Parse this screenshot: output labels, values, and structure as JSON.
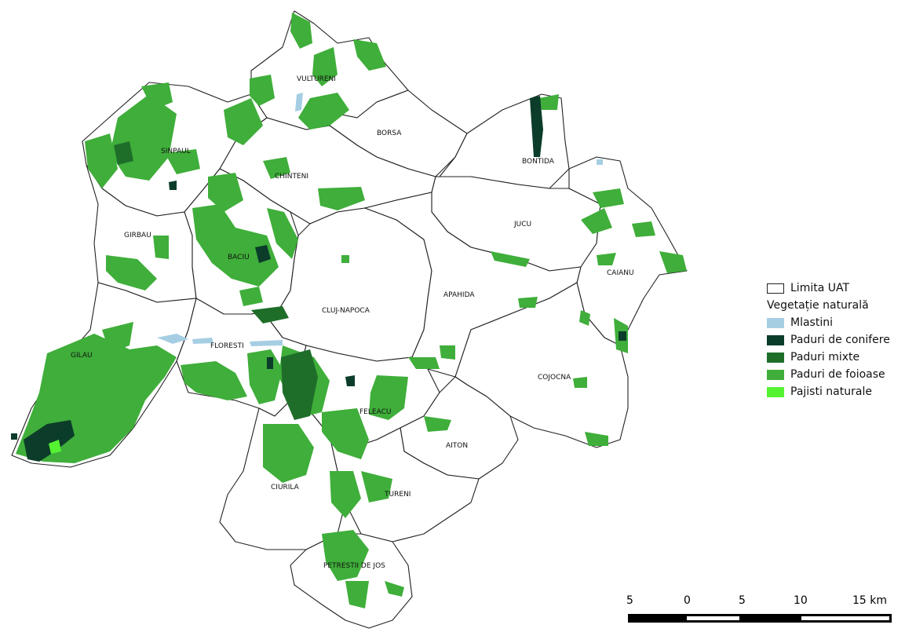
{
  "map": {
    "units": [
      {
        "name": "VULTURENI"
      },
      {
        "name": "BORSA"
      },
      {
        "name": "BONTIDA"
      },
      {
        "name": "SINPAUL"
      },
      {
        "name": "CHINTENI"
      },
      {
        "name": "JUCU"
      },
      {
        "name": "GIRBAU"
      },
      {
        "name": "BACIU"
      },
      {
        "name": "CAIANU"
      },
      {
        "name": "APAHIDA"
      },
      {
        "name": "CLUJ-NAPOCA"
      },
      {
        "name": "GILAU"
      },
      {
        "name": "FLORESTI"
      },
      {
        "name": "COJOCNA"
      },
      {
        "name": "FELEACU"
      },
      {
        "name": "AITON"
      },
      {
        "name": "CIURILA"
      },
      {
        "name": "TURENI"
      },
      {
        "name": "PETRESTII DE JOS"
      }
    ],
    "colors": {
      "boundary": "#222222",
      "mlastini": "#a6cee3",
      "conifere": "#0b3d2a",
      "mixte": "#1e6e2a",
      "foioase": "#3fae3a",
      "pajisti": "#55f232"
    }
  },
  "legend": {
    "items": [
      {
        "label": "Limita UAT",
        "color": "#ffffff",
        "border": "#222222"
      },
      {
        "label": "Vegetație naturală",
        "header": true
      },
      {
        "label": "Mlastini",
        "color": "#a6cee3"
      },
      {
        "label": "Paduri de conifere",
        "color": "#0b3d2a"
      },
      {
        "label": "Paduri mixte",
        "color": "#1e6e2a"
      },
      {
        "label": "Paduri de foioase",
        "color": "#3fae3a"
      },
      {
        "label": "Pajisti naturale",
        "color": "#55f232"
      }
    ]
  },
  "scale_bar": {
    "ticks": [
      "5",
      "0",
      "5",
      "10",
      "15 km"
    ]
  }
}
